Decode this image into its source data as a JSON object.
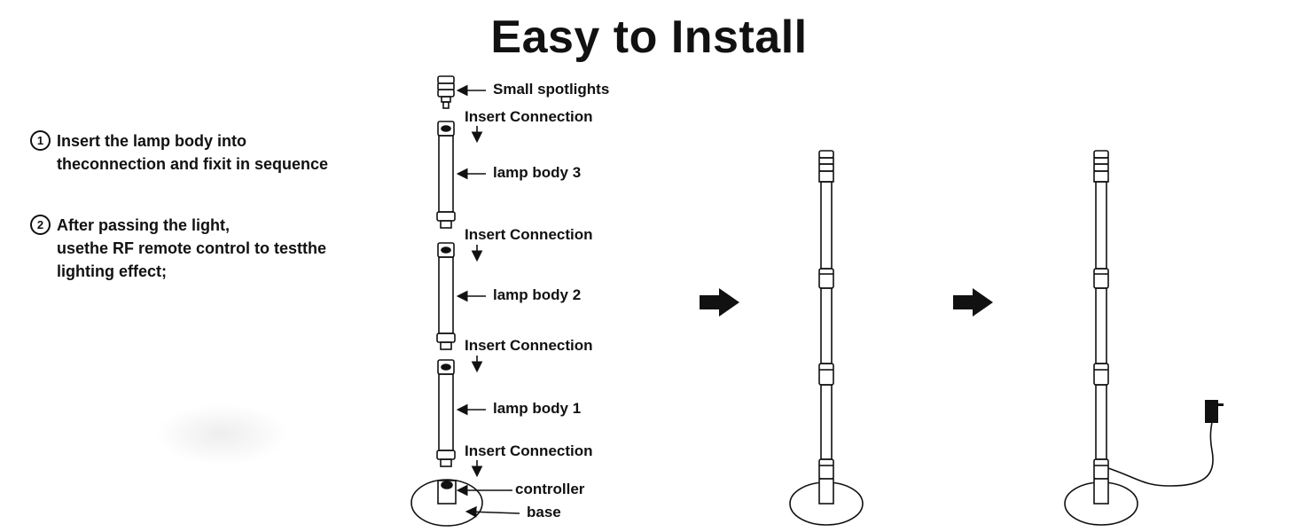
{
  "title": "Easy to Install",
  "steps": [
    {
      "num": "1",
      "lines": [
        "Insert the lamp body into",
        "theconnection and fixit in sequence"
      ]
    },
    {
      "num": "2",
      "lines": [
        "After passing the light,",
        "usethe RF remote control to testthe",
        "lighting effect;"
      ]
    }
  ],
  "parts": {
    "spotlights": "Small spotlights",
    "insert": "Insert Connection",
    "body3": "lamp body 3",
    "body2": "lamp body 2",
    "body1": "lamp body 1",
    "controller": "controller",
    "base": "base"
  },
  "colors": {
    "ink": "#111111",
    "background": "#ffffff"
  }
}
